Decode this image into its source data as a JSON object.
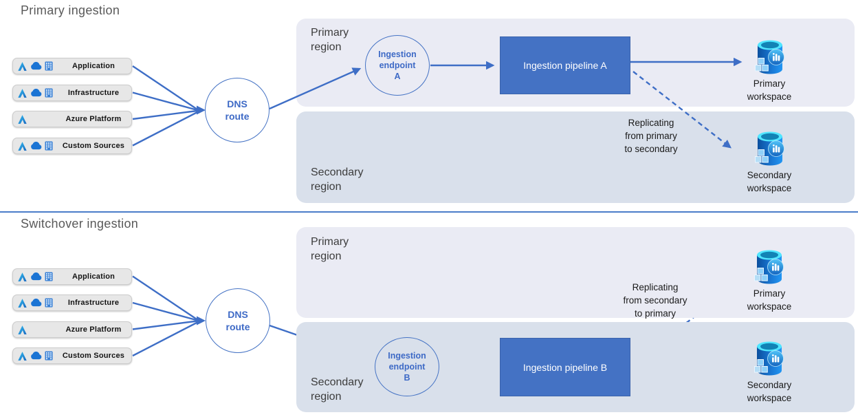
{
  "colors": {
    "accent_blue": "#4472c4",
    "arrow_blue": "#3e6ec6",
    "pipeline_fill": "#4472c4",
    "pipeline_text": "#ffffff",
    "primary_region_fill": "#eaebf4",
    "secondary_region_fill": "#d9e0eb",
    "source_box_fill": "#e7e7e7",
    "source_box_border": "#cccccc",
    "endpoint_text": "#3e6ac6",
    "title_text": "#595959",
    "body_text": "#1a1a1a",
    "divider": "#4a7cc9"
  },
  "sections": [
    {
      "title": "Primary ingestion",
      "sources": [
        {
          "label": "Application",
          "icons": [
            "azure-icon",
            "cloud-icon",
            "building-icon"
          ]
        },
        {
          "label": "Infrastructure",
          "icons": [
            "azure-icon",
            "cloud-icon",
            "building-icon"
          ]
        },
        {
          "label": "Azure Platform",
          "icons": [
            "azure-icon"
          ]
        },
        {
          "label": "Custom Sources",
          "icons": [
            "azure-icon",
            "cloud-icon",
            "building-icon"
          ]
        }
      ],
      "dns_route": {
        "lines": [
          "DNS",
          "route"
        ]
      },
      "regions": [
        {
          "lines": [
            "Primary",
            "region"
          ]
        },
        {
          "lines": [
            "Secondary",
            "region"
          ]
        }
      ],
      "ingestion_endpoint": {
        "lines": [
          "Ingestion",
          "endpoint",
          "A"
        ]
      },
      "ingestion_pipeline": {
        "label": "Ingestion pipeline A"
      },
      "replication_note": {
        "lines": [
          "Replicating",
          "from primary",
          "to secondary"
        ]
      },
      "workspaces": [
        {
          "lines": [
            "Primary",
            "workspace"
          ]
        },
        {
          "lines": [
            "Secondary",
            "workspace"
          ]
        }
      ]
    },
    {
      "title": "Switchover ingestion",
      "sources": [
        {
          "label": "Application",
          "icons": [
            "azure-icon",
            "cloud-icon",
            "building-icon"
          ]
        },
        {
          "label": "Infrastructure",
          "icons": [
            "azure-icon",
            "cloud-icon",
            "building-icon"
          ]
        },
        {
          "label": "Azure Platform",
          "icons": [
            "azure-icon"
          ]
        },
        {
          "label": "Custom Sources",
          "icons": [
            "azure-icon",
            "cloud-icon",
            "building-icon"
          ]
        }
      ],
      "dns_route": {
        "lines": [
          "DNS",
          "route"
        ]
      },
      "regions": [
        {
          "lines": [
            "Primary",
            "region"
          ]
        },
        {
          "lines": [
            "Secondary",
            "region"
          ]
        }
      ],
      "ingestion_endpoint": {
        "lines": [
          "Ingestion",
          "endpoint",
          "B"
        ]
      },
      "ingestion_pipeline": {
        "label": "Ingestion pipeline B"
      },
      "replication_note": {
        "lines": [
          "Replicating",
          "from secondary",
          "to primary"
        ]
      },
      "workspaces": [
        {
          "lines": [
            "Primary",
            "workspace"
          ]
        },
        {
          "lines": [
            "Secondary",
            "workspace"
          ]
        }
      ]
    }
  ]
}
